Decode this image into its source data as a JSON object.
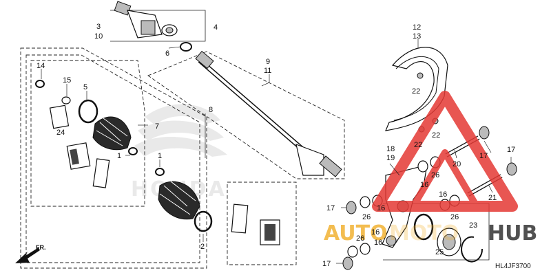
{
  "diagram": {
    "code": "HL4JF3700",
    "direction_label": "FR.",
    "callouts": {
      "c3": "3",
      "c10": "10",
      "c4": "4",
      "c6": "6",
      "c9": "9",
      "c11": "11",
      "c12": "12",
      "c13": "13",
      "c14": "14",
      "c15": "15",
      "c5": "5",
      "c24": "24",
      "c7": "7",
      "c8": "8",
      "c1a": "1",
      "c1b": "1",
      "c2": "2",
      "c22a": "22",
      "c22b": "22",
      "c22c": "22",
      "c18": "18",
      "c19": "19",
      "c17a": "17",
      "c17b": "17",
      "c17c": "17",
      "c17d": "17",
      "c20": "20",
      "c21": "21",
      "c16a": "16",
      "c16b": "16",
      "c16c": "16",
      "c16d": "16",
      "c16e": "16",
      "c26a": "26",
      "c26b": "26",
      "c26c": "26",
      "c26d": "26",
      "c23": "23",
      "c25": "25"
    }
  },
  "watermark": {
    "text_auto": "AUTO",
    "text_moto": "MOTO",
    "text_hub": "HUB",
    "color_red": "#e53935",
    "color_gold": "#f2b233"
  },
  "brand_mark": {
    "text": "HONDA",
    "color": "#c9c9c9"
  }
}
